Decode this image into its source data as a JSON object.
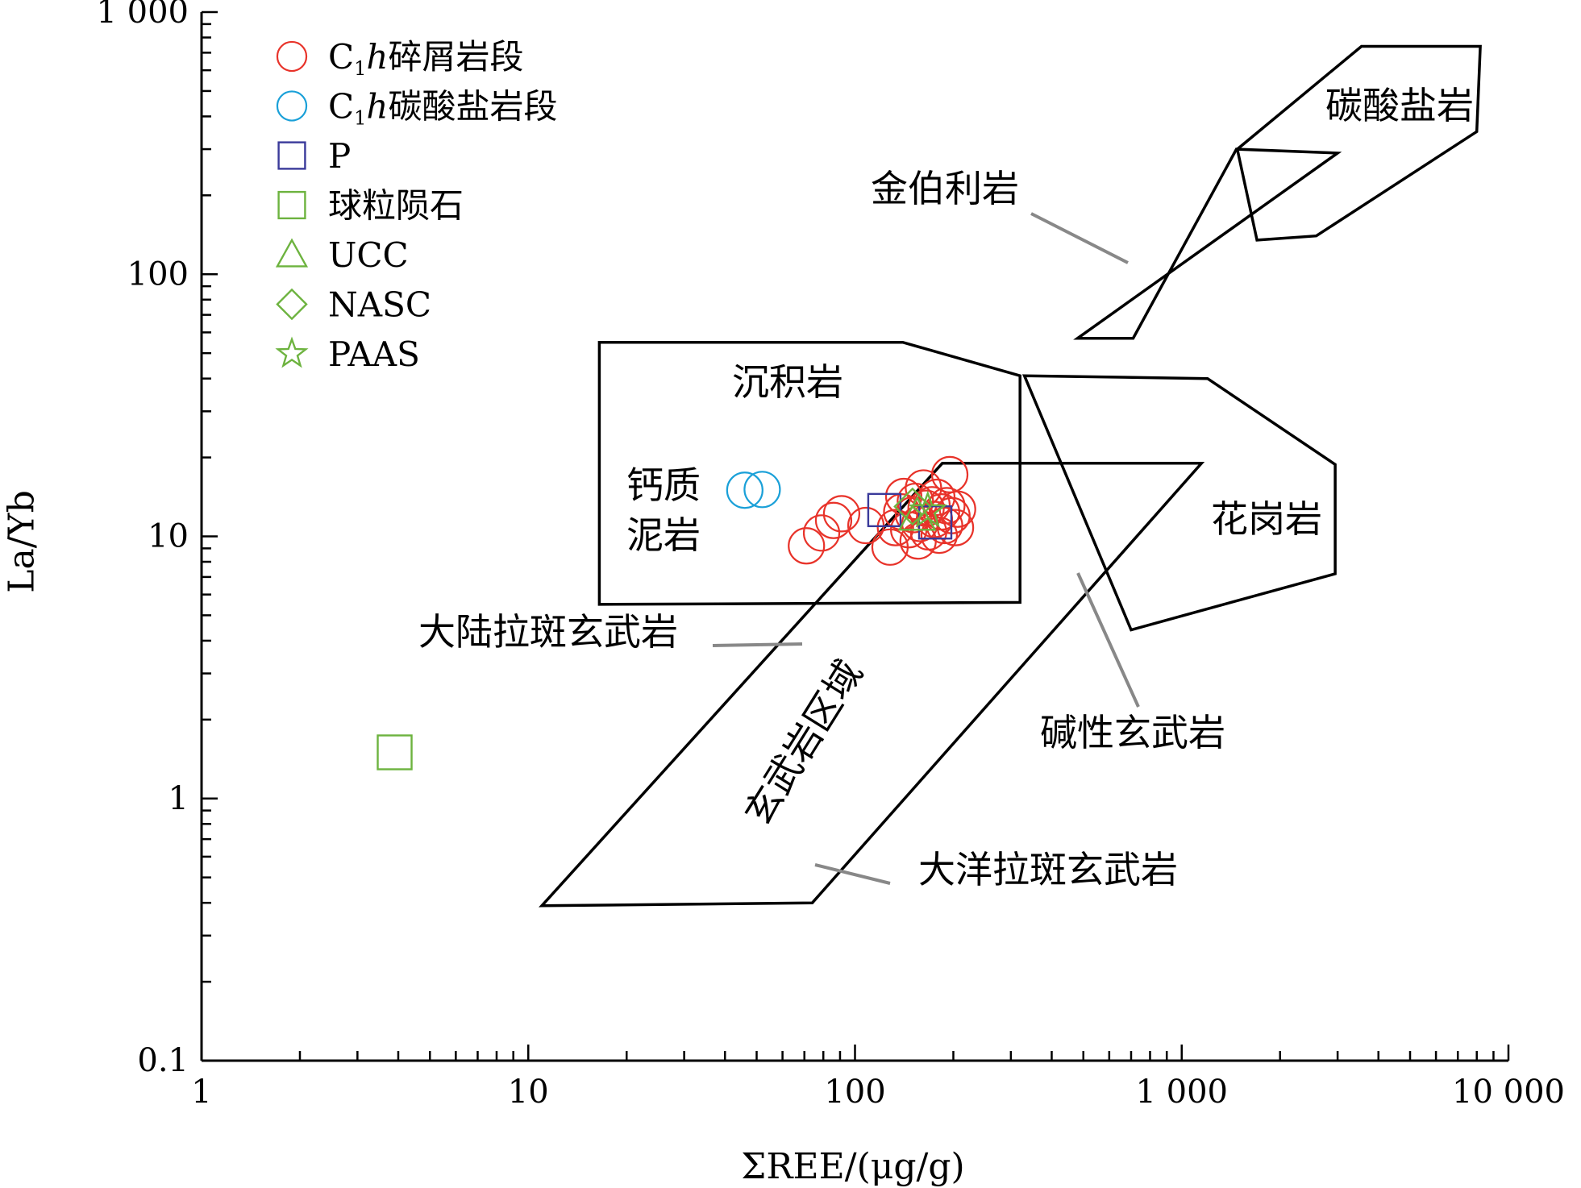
{
  "chart_data": {
    "type": "scatter",
    "xlabel": "ΣREE/(μg/g)",
    "ylabel": "La/Yb",
    "x_scale": "log",
    "y_scale": "log",
    "xlim": [
      1,
      10000
    ],
    "ylim": [
      0.1,
      1000
    ],
    "x_ticks": [
      {
        "value": 1,
        "label": "1"
      },
      {
        "value": 10,
        "label": "10"
      },
      {
        "value": 100,
        "label": "100"
      },
      {
        "value": 1000,
        "label": "1 000"
      },
      {
        "value": 10000,
        "label": "10 000"
      }
    ],
    "y_ticks": [
      {
        "value": 0.1,
        "label": "0.1"
      },
      {
        "value": 1,
        "label": "1"
      },
      {
        "value": 10,
        "label": "10"
      },
      {
        "value": 100,
        "label": "100"
      },
      {
        "value": 1000,
        "label": "1 000"
      }
    ],
    "legend_position": "top-left",
    "legend": [
      {
        "key": "clastic",
        "prefix": "C",
        "sub": "1",
        "italic": "h",
        "suffix": "碎屑岩段",
        "marker": "circle",
        "color": "#e8332a"
      },
      {
        "key": "carbonate",
        "prefix": "C",
        "sub": "1",
        "italic": "h",
        "suffix": "碳酸盐岩段",
        "marker": "circle",
        "color": "#1aa0d8"
      },
      {
        "key": "P",
        "prefix": "P",
        "marker": "square",
        "color": "#3a3a9a"
      },
      {
        "key": "chondrite",
        "prefix": "球粒陨石",
        "marker": "square",
        "color": "#6db33f"
      },
      {
        "key": "UCC",
        "prefix": "UCC",
        "marker": "triangle",
        "color": "#6db33f"
      },
      {
        "key": "NASC",
        "prefix": "NASC",
        "marker": "diamond",
        "color": "#6db33f"
      },
      {
        "key": "PAAS",
        "prefix": "PAAS",
        "marker": "star",
        "color": "#6db33f"
      }
    ],
    "series": [
      {
        "key": "clastic",
        "marker": "circle",
        "color": "#e8332a",
        "points": [
          [
            71,
            9.2
          ],
          [
            79,
            10.3
          ],
          [
            86,
            11.5
          ],
          [
            91,
            12.2
          ],
          [
            108,
            11.0
          ],
          [
            128,
            9.1
          ],
          [
            133,
            10.8
          ],
          [
            139,
            12.4
          ],
          [
            141,
            14.2
          ],
          [
            146,
            10.6
          ],
          [
            151,
            12.1
          ],
          [
            153,
            13.6
          ],
          [
            156,
            9.6
          ],
          [
            158,
            11.2
          ],
          [
            162,
            15.3
          ],
          [
            165,
            12.8
          ],
          [
            168,
            10.4
          ],
          [
            172,
            13.2
          ],
          [
            175,
            11.6
          ],
          [
            178,
            14.1
          ],
          [
            181,
            10.1
          ],
          [
            184,
            12.4
          ],
          [
            188,
            11.0
          ],
          [
            191,
            13.1
          ],
          [
            195,
            17.2
          ],
          [
            198,
            12.0
          ],
          [
            203,
            10.8
          ],
          [
            206,
            12.7
          ]
        ]
      },
      {
        "key": "carbonate",
        "marker": "circle",
        "color": "#1aa0d8",
        "points": [
          [
            46,
            15.0
          ],
          [
            52,
            15.1
          ]
        ]
      },
      {
        "key": "P",
        "marker": "square",
        "color": "#3a3a9a",
        "points": [
          [
            123,
            12.6
          ],
          [
            176,
            11.3
          ]
        ]
      },
      {
        "key": "chondrite",
        "marker": "square",
        "color": "#6db33f",
        "points": [
          [
            3.9,
            1.5
          ]
        ]
      },
      {
        "key": "UCC",
        "marker": "triangle",
        "color": "#6db33f",
        "points": [
          [
            155,
            12.0
          ]
        ]
      },
      {
        "key": "NASC",
        "marker": "diamond",
        "color": "#6db33f",
        "points": [
          [
            150,
            13.0
          ]
        ]
      },
      {
        "key": "PAAS",
        "marker": "star",
        "color": "#6db33f",
        "points": [
          [
            167,
            12.5
          ]
        ]
      }
    ],
    "regions": [
      {
        "name": "sedimentary",
        "label": "沉积岩",
        "points": [
          [
            16.5,
            55
          ],
          [
            140,
            55
          ],
          [
            320,
            41
          ],
          [
            320,
            5.6
          ],
          [
            16.5,
            5.5
          ]
        ]
      },
      {
        "name": "basalt",
        "label": "玄武岩区域",
        "points": [
          [
            11,
            0.39
          ],
          [
            74,
            0.4
          ],
          [
            1150,
            19
          ],
          [
            185,
            19
          ]
        ]
      },
      {
        "name": "granite",
        "label": "花岗岩",
        "points": [
          [
            330,
            41
          ],
          [
            1200,
            40
          ],
          [
            2950,
            18.8
          ],
          [
            2950,
            7.2
          ],
          [
            700,
            4.4
          ]
        ]
      },
      {
        "name": "kimberlite",
        "points": [
          [
            480,
            57
          ],
          [
            3000,
            290
          ],
          [
            1470,
            300
          ],
          [
            710,
            57
          ]
        ]
      },
      {
        "name": "carbonatite",
        "label": "碳酸盐岩",
        "points": [
          [
            3550,
            740
          ],
          [
            8200,
            740
          ],
          [
            8000,
            350
          ],
          [
            2580,
            140
          ],
          [
            1700,
            135
          ],
          [
            1480,
            300
          ]
        ]
      }
    ],
    "annotations": [
      {
        "text": "钙质\n泥岩"
      },
      {
        "text": "金伯利岩"
      },
      {
        "text": "大陆拉斑玄武岩"
      },
      {
        "text": "碱性玄武岩"
      },
      {
        "text": "大洋拉斑玄武岩"
      }
    ]
  }
}
